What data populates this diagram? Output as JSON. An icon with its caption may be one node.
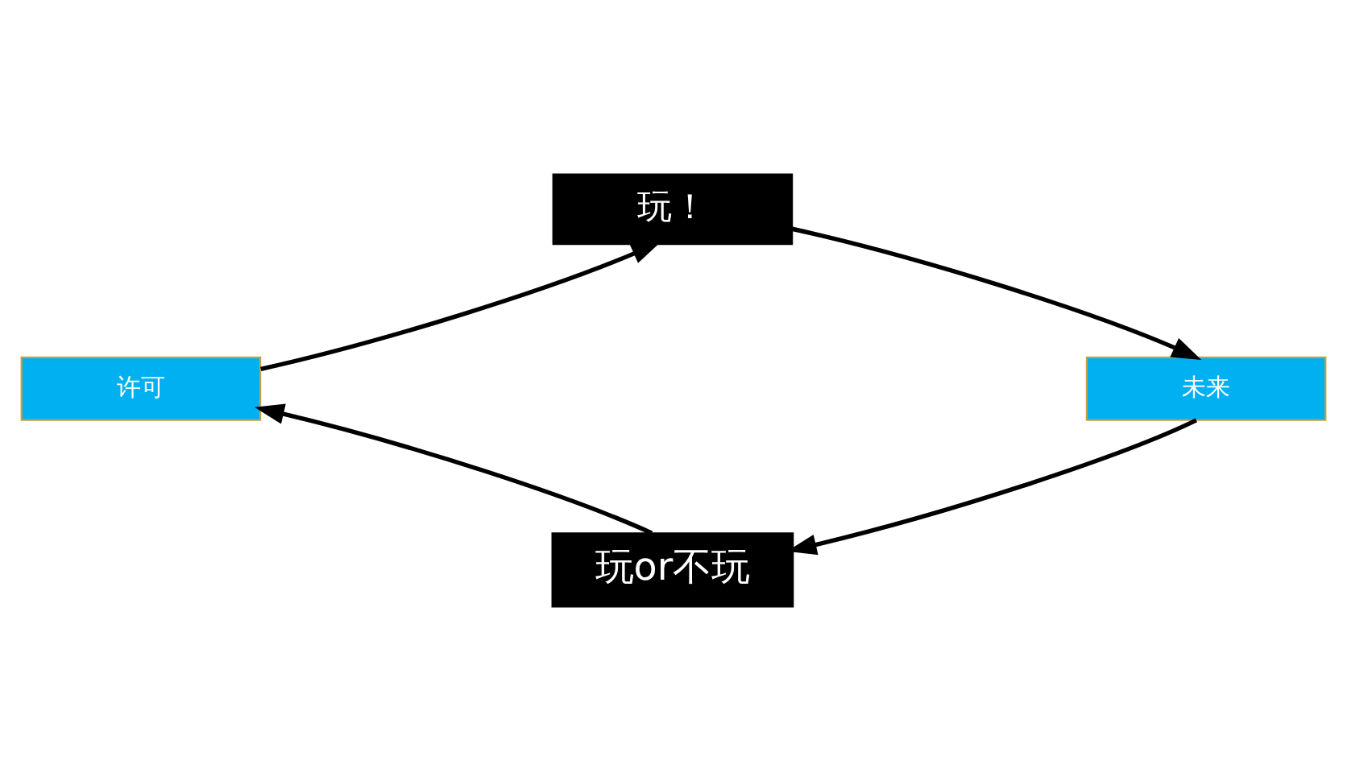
{
  "diagram": {
    "nodes": [
      {
        "text": [
          "玩！"
        ]
      },
      {
        "text": [
          "未来"
        ]
      },
      {
        "text": [
          "玩or不玩"
        ]
      },
      {
        "text": [
          "许可"
        ]
      }
    ],
    "edges": [
      {
        "from": 0,
        "to": 1,
        "arrow": "to"
      },
      {
        "from": 1,
        "to": 2,
        "arrow": "to"
      },
      {
        "from": 2,
        "to": 3,
        "arrow": "to"
      },
      {
        "from": 3,
        "to": 0,
        "arrow": "to"
      }
    ]
  }
}
